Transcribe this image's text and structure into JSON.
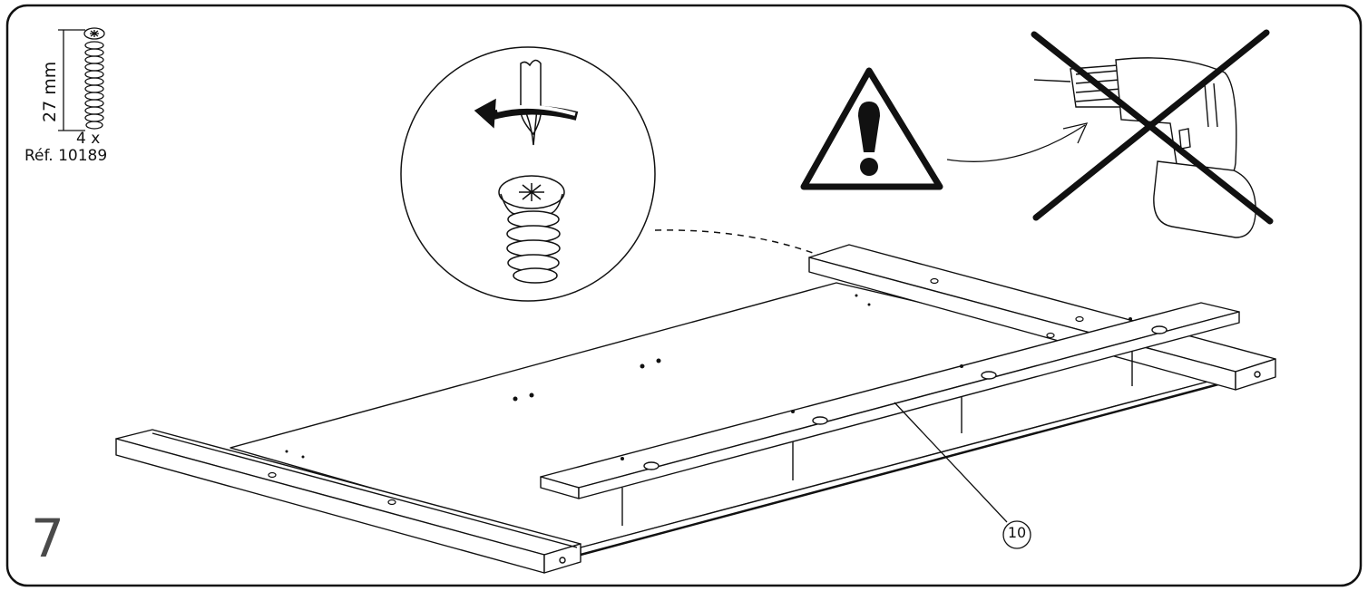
{
  "step": {
    "number": "7"
  },
  "screw": {
    "length": "27 mm",
    "quantity": "4 x",
    "reference": "Réf. 10189"
  },
  "part": {
    "label": "10"
  },
  "warning": {
    "icon": "warning-triangle-icon",
    "forbidden_tool": "power-drill-icon",
    "required_tool": "screwdriver-icon"
  },
  "colors": {
    "stroke": "#111111",
    "step_number": "#4a4a4a"
  }
}
